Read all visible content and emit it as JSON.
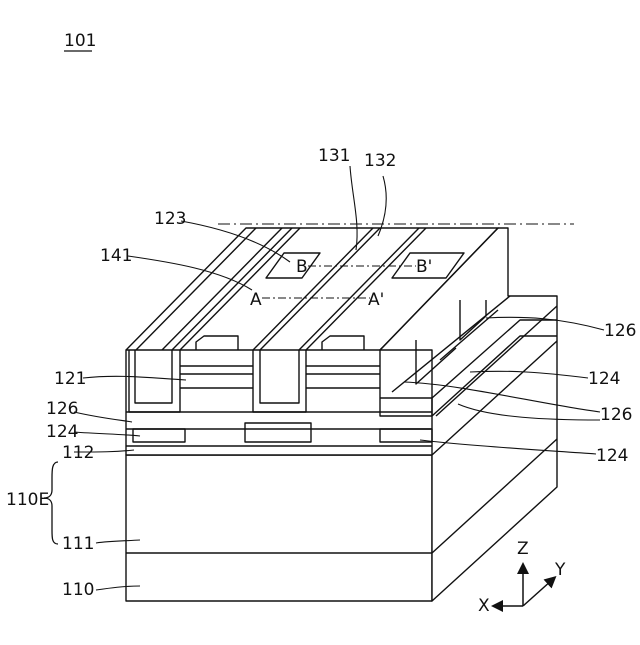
{
  "figure": {
    "ref": "101",
    "labels": {
      "l131": "131",
      "l132": "132",
      "l123": "123",
      "l141": "141",
      "l121": "121",
      "l126a": "126",
      "l124a": "124",
      "l112": "112",
      "l110e": "110E",
      "l111": "111",
      "l110": "110",
      "r126a": "126",
      "r124a": "124",
      "r126b": "126",
      "r124b": "124"
    },
    "sections": {
      "a": "A",
      "a_prime": "A'",
      "b": "B",
      "b_prime": "B'"
    },
    "axes": {
      "x": "X",
      "y": "Y",
      "z": "Z"
    }
  }
}
